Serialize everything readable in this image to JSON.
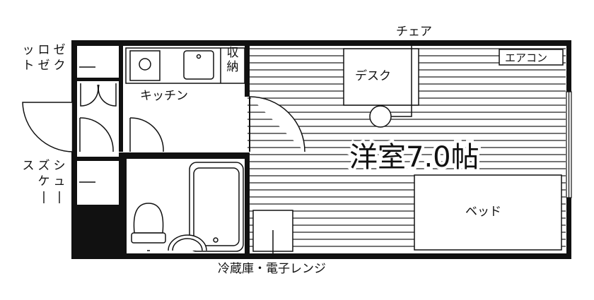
{
  "plan": {
    "main_room": "洋室7.0帖",
    "kitchen": "キッチン",
    "storage": "収納",
    "desk": "デスク",
    "chair": "チェア",
    "aircon": "エアコン",
    "bed": "ベッド",
    "closet": "ゼクロゼット",
    "shoe_case": "シューズケース",
    "fridge": "冷蔵庫・電子レンジ"
  }
}
